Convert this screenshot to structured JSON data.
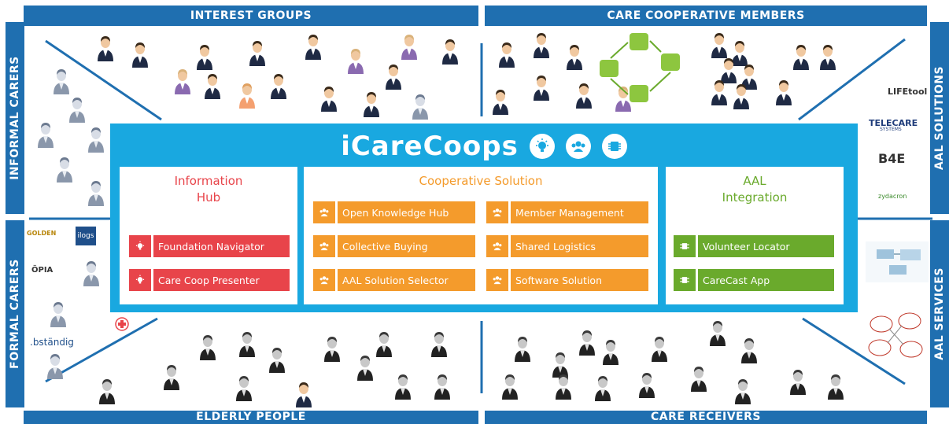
{
  "bands": {
    "top_left": "INTEREST GROUPS",
    "top_right": "CARE COOPERATIVE MEMBERS",
    "left_top": "INFORMAL CARERS",
    "left_bottom": "FORMAL CARERS",
    "right_top": "AAL SOLUTIONS",
    "right_bottom": "AAL SERVICES",
    "bottom_left": "ELDERLY PEOPLE",
    "bottom_right": "CARE RECEIVERS"
  },
  "main": {
    "title": "iCareCoops",
    "icons": [
      "lightbulb-icon",
      "group-icon",
      "chip-icon"
    ]
  },
  "information_hub": {
    "title_line1": "Information",
    "title_line2": "Hub",
    "color": "#e8444a",
    "buttons": [
      "Foundation Navigator",
      "Care Coop Presenter"
    ]
  },
  "cooperative_solution": {
    "title": "Cooperative Solution",
    "color": "#f49b2c",
    "buttons_left": [
      "Open Knowledge Hub",
      "Collective Buying",
      "AAL Solution Selector"
    ],
    "buttons_right": [
      "Member Management",
      "Shared Logistics",
      "Software Solution"
    ]
  },
  "aal_integration": {
    "title_line1": "AAL",
    "title_line2": "Integration",
    "color": "#6aaa2c",
    "buttons": [
      "Volunteer Locator",
      "CareCast App"
    ]
  },
  "logos": {
    "right": [
      "LIFEtool",
      "TELECARE",
      "SYSTEMS",
      "B4E",
      "zydacron"
    ],
    "left": [
      "GOLDEN",
      "ilogs",
      "ÖPIA",
      ".bständig"
    ]
  },
  "colors": {
    "band": "#1f6fb0",
    "main": "#19a8e0"
  }
}
